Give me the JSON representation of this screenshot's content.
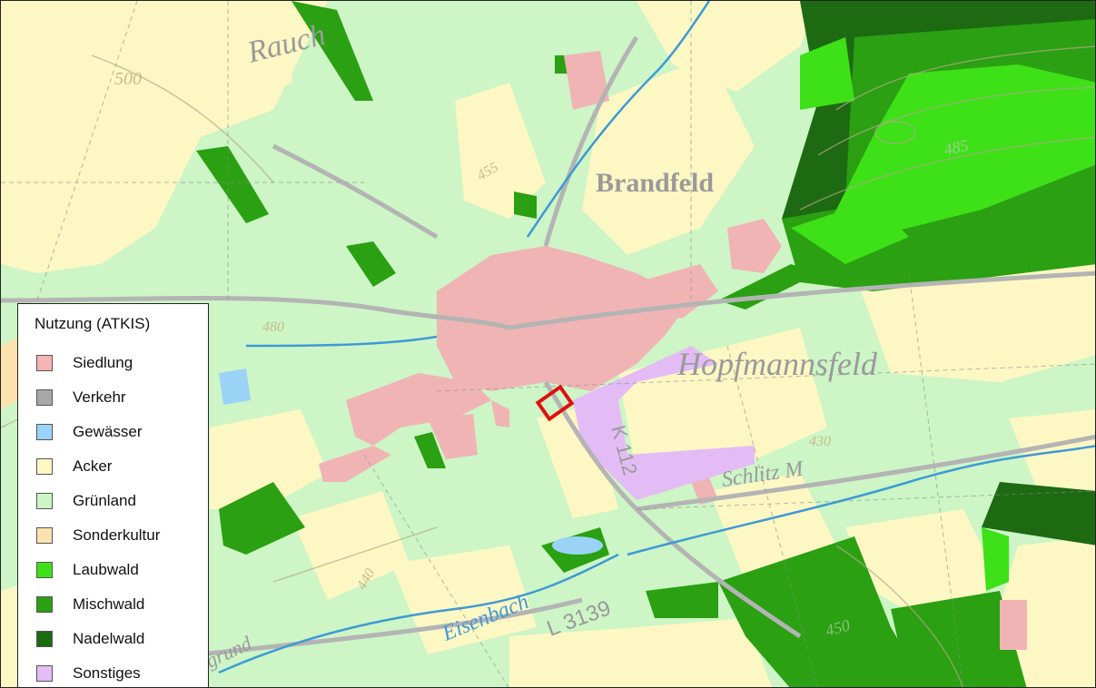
{
  "legend": {
    "title": "Nutzung (ATKIS)",
    "items": [
      {
        "label": "Siedlung",
        "color": "#f5b5b5",
        "icon": "siedlung-swatch-icon"
      },
      {
        "label": "Verkehr",
        "color": "#a8a8a8",
        "icon": "verkehr-swatch-icon"
      },
      {
        "label": "Gewässer",
        "color": "#9ad3f5",
        "icon": "gewaesser-swatch-icon"
      },
      {
        "label": "Acker",
        "color": "#fdf7c4",
        "icon": "acker-swatch-icon"
      },
      {
        "label": "Grünland",
        "color": "#cdf5c6",
        "icon": "gruenland-swatch-icon"
      },
      {
        "label": "Sonderkultur",
        "color": "#fde2ad",
        "icon": "sonderkultur-swatch-icon"
      },
      {
        "label": "Laubwald",
        "color": "#3ee018",
        "icon": "laubwald-swatch-icon"
      },
      {
        "label": "Mischwald",
        "color": "#2aa012",
        "icon": "mischwald-swatch-icon"
      },
      {
        "label": "Nadelwald",
        "color": "#1d6a13",
        "icon": "nadelwald-swatch-icon"
      },
      {
        "label": "Sonstiges",
        "color": "#e3bcf5",
        "icon": "sonstiges-swatch-icon"
      }
    ]
  },
  "map": {
    "place_names": [
      "Hopfmannsfeld",
      "Brandfeld",
      "Rauch",
      "Schlitz M",
      "Eisenbach",
      "L 3139",
      "K 112",
      "grund"
    ],
    "elevations": [
      "500",
      "455",
      "480",
      "485",
      "430",
      "450",
      "440"
    ],
    "marker_color": "#e01010"
  }
}
